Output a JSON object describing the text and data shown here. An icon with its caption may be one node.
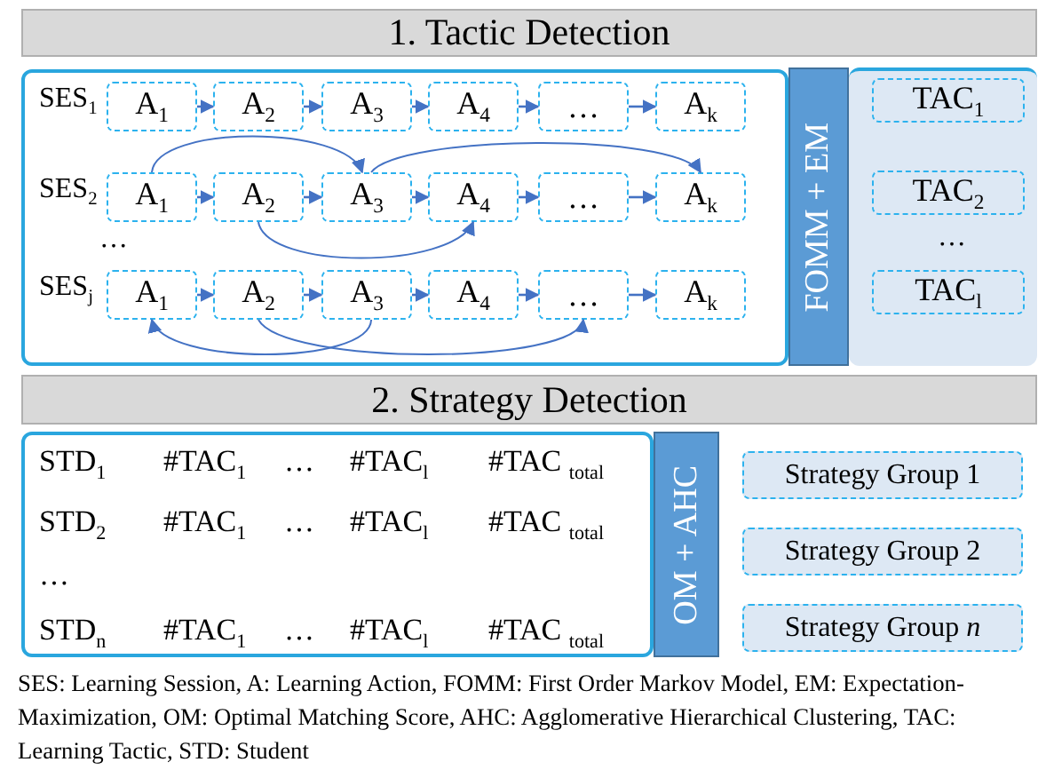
{
  "diagram": {
    "caption": "SES: Learning Session, A: Learning Action, FOMM: First Order Markov Model, EM: Expectation-Maximization,  OM: Optimal Matching Score, AHC: Agglomerative Hierarchical Clustering, TAC: Learning Tactic, STD: Student",
    "nodes": [
      {
        "text": [
          "1. Tactic Detection"
        ]
      },
      {
        "text": [],
        "shape": "box"
      },
      {
        "text": [
          "A$_{1}$"
        ],
        "in": 1
      },
      {
        "text": [
          "A$_{2}$"
        ],
        "in": 1
      },
      {
        "text": [
          "A$_{3}$"
        ],
        "in": 1
      },
      {
        "text": [
          "A$_{4}$"
        ],
        "in": 1
      },
      {
        "text": [
          "…"
        ],
        "in": 1
      },
      {
        "text": [
          "A$_{k}$"
        ],
        "in": 1
      },
      {
        "text": [
          "A$_{1}$"
        ],
        "in": 1
      },
      {
        "text": [
          "A$_{2}$"
        ],
        "in": 1
      },
      {
        "text": [
          "A$_{3}$"
        ],
        "in": 1
      },
      {
        "text": [
          "A$_{4}$"
        ],
        "in": 1
      },
      {
        "text": [
          "…"
        ],
        "in": 1
      },
      {
        "text": [
          "A$_{k}$"
        ],
        "in": 1
      },
      {
        "text": [
          "A$_{1}$"
        ],
        "in": 1
      },
      {
        "text": [
          "A$_{2}$"
        ],
        "in": 1
      },
      {
        "text": [
          "A$_{3}$"
        ],
        "in": 1
      },
      {
        "text": [
          "A$_{4}$"
        ],
        "in": 1
      },
      {
        "text": [
          "…"
        ],
        "in": 1
      },
      {
        "text": [
          "A$_{k}$"
        ],
        "in": 1
      },
      {
        "text": [
          "FOMM + EM"
        ]
      },
      {
        "text": [],
        "shape": "box"
      },
      {
        "text": [
          "TAC$_{1}$"
        ],
        "in": 21
      },
      {
        "text": [
          "TAC$_{2}$"
        ],
        "in": 21
      },
      {
        "text": [
          "TAC$_{l}$"
        ],
        "in": 21
      },
      {
        "text": [
          "2. Strategy Detection"
        ]
      },
      {
        "text": [],
        "shape": "box"
      },
      {
        "text": [
          "OM + AHC"
        ]
      },
      {
        "text": [
          "Strategy Group 1"
        ]
      },
      {
        "text": [
          "Strategy Group 2"
        ]
      },
      {
        "text": [
          "Strategy Group *n*"
        ]
      }
    ],
    "edges": [
      {
        "from": 2,
        "to": 3,
        "arrow": "to"
      },
      {
        "from": 3,
        "to": 4,
        "arrow": "to"
      },
      {
        "from": 4,
        "to": 5,
        "arrow": "to"
      },
      {
        "from": 5,
        "to": 6,
        "arrow": "to"
      },
      {
        "from": 6,
        "to": 7,
        "arrow": "to"
      },
      {
        "from": 8,
        "to": 9,
        "arrow": "to"
      },
      {
        "from": 9,
        "to": 10,
        "arrow": "to"
      },
      {
        "from": 10,
        "to": 11,
        "arrow": "to"
      },
      {
        "from": 11,
        "to": 12,
        "arrow": "to"
      },
      {
        "from": 12,
        "to": 13,
        "arrow": "to"
      },
      {
        "from": 14,
        "to": 15,
        "arrow": "to"
      },
      {
        "from": 15,
        "to": 16,
        "arrow": "to"
      },
      {
        "from": 16,
        "to": 17,
        "arrow": "to"
      },
      {
        "from": 17,
        "to": 18,
        "arrow": "to"
      },
      {
        "from": 18,
        "to": 19,
        "arrow": "to"
      },
      {
        "from": 8,
        "to": 10,
        "arrow": "to"
      },
      {
        "from": 10,
        "to": 13,
        "arrow": "to"
      },
      {
        "from": 9,
        "to": 11,
        "arrow": "to"
      },
      {
        "from": 16,
        "to": 14,
        "arrow": "to"
      },
      {
        "from": 15,
        "to": 18,
        "arrow": "to"
      }
    ],
    "labels": [
      "SES$_{1}$",
      "SES$_{2}$",
      "…",
      "SES$_{j}$",
      "…",
      "STD$_{1}$",
      "#TAC$_{1}$",
      "…",
      "#TAC$_{l}$",
      "#TAC $_{total}$",
      "STD$_{2}$",
      "#TAC$_{1}$",
      "…",
      "#TAC$_{l}$",
      "#TAC $_{total}$",
      "…",
      "STD$_{n}$",
      "#TAC$_{1}$",
      "…",
      "#TAC$_{l}$",
      "#TAC $_{total}$"
    ]
  }
}
